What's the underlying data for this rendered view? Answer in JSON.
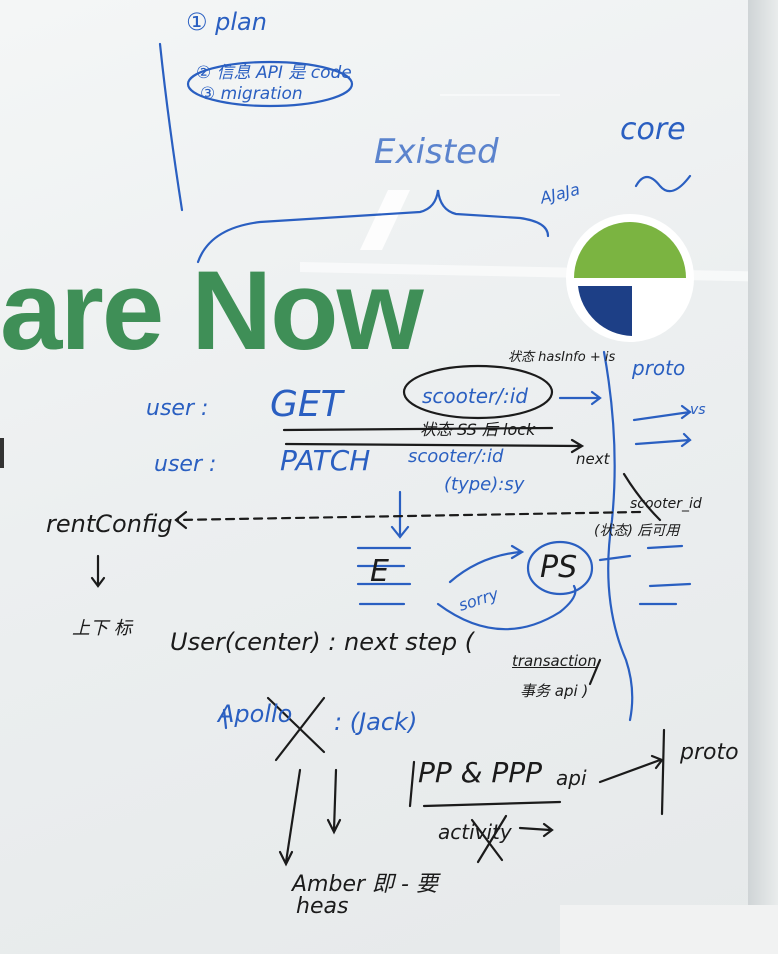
{
  "logo": {
    "text": "are Now",
    "text_color": "#3f8f57",
    "mark_colors": {
      "top": "#7bb441",
      "bottom_left": "#1d3f86",
      "border": "#ffffff"
    }
  },
  "ink_colors": {
    "blue": "#2a5fc1",
    "black": "#1b1b1b"
  },
  "notes": {
    "plan": "① plan",
    "plan_item_2": "② 信息 API 是 code",
    "plan_item_3": "③ migration",
    "existed": "Existed",
    "ajaja": "AJaJa",
    "core": "core",
    "proto_top": "proto",
    "vs": "vs",
    "row1_user": "user :",
    "row1_method": "GET",
    "row1_resource": "scooter/:id",
    "row1_label": "状态 hasInfo + is",
    "row2_user": "user :",
    "row2_method": "PATCH",
    "row2_resource": "scooter/:id",
    "row2_body": "(type):sy",
    "lock_note": "状态 SS 后 lock",
    "next_note": "next",
    "right_note_1": "scooter_id",
    "right_note_2": "(状态) 后可用",
    "rent_config": "rentConfig",
    "ps": "PS",
    "e_label": "E",
    "sorry_label": "sorry",
    "sub_note": "上下 标",
    "user_center": "User(center) : next step (",
    "transaction": "transaction",
    "transaction_note": "事务 api )",
    "apollo": "Apollo",
    "jack": ": (Jack)",
    "pp_ppp": "PP & PPP",
    "api": "api",
    "proto_bottom": "proto",
    "activity": "activity",
    "amber": "Amber 即 - 要",
    "hears": "heas"
  }
}
